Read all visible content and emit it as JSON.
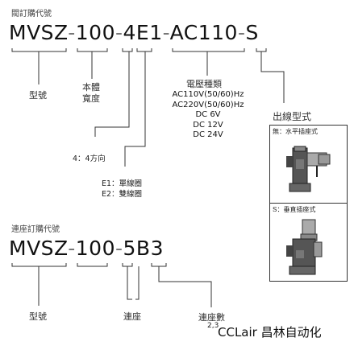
{
  "top": {
    "section_title": "閥訂購代號",
    "code": {
      "p1": "MVSZ",
      "p2": "100",
      "p3a": "4",
      "p3b": "E1",
      "p4": "AC110",
      "p5": "S",
      "dash": "-"
    },
    "label_model": "型號",
    "label_body_width": [
      "本體",
      "寬度"
    ],
    "label_voltage_title": "電壓種類",
    "voltage_options": [
      "AC110V(50/60)Hz",
      "AC220V(50/60)Hz",
      "DC 6V",
      "DC 12V",
      "DC 24V"
    ],
    "label_direction": "4：4方向",
    "coil_options": [
      "E1：單線圈",
      "E2：雙線圈"
    ],
    "label_outlet": "出線型式",
    "outlet_none": "無：水平插座式",
    "outlet_s": "S：垂直插座式"
  },
  "bottom": {
    "section_title": "連座訂購代號",
    "code": {
      "p1": "MVSZ",
      "p2": "100",
      "p3a": "5",
      "p3b": "B3",
      "dash": "-"
    },
    "label_model": "型號",
    "label_manifold": "連座",
    "label_count": "連座數",
    "label_count_values": "2,3",
    "watermark": "CCLair 昌林自动化"
  }
}
